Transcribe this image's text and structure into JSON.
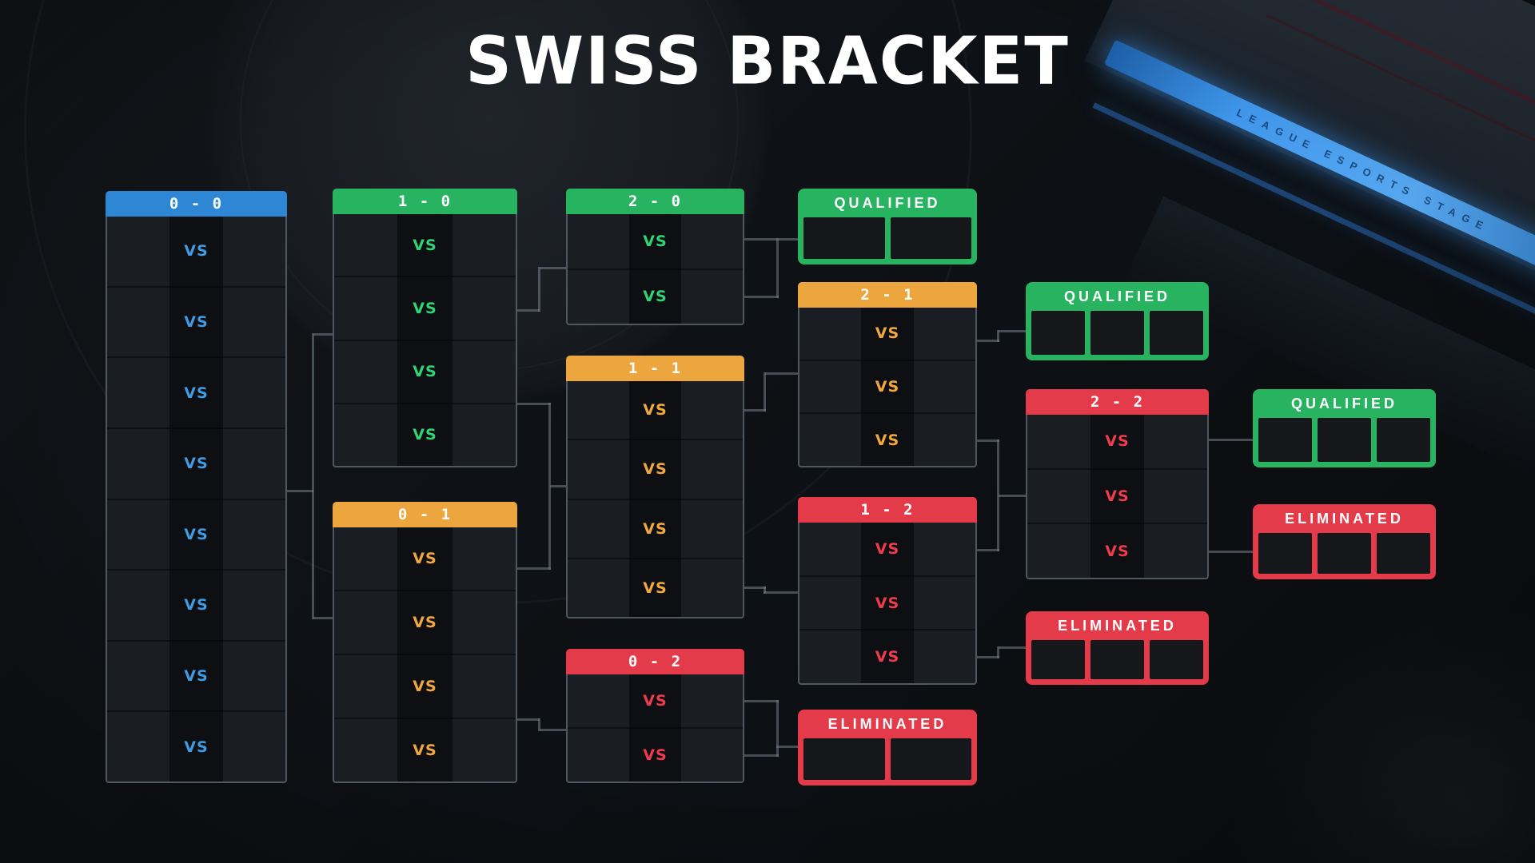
{
  "title": "SWISS BRACKET",
  "vs_label": "VS",
  "background": {
    "watermark": "LEAGUE ESPORTS STAGE"
  },
  "colors": {
    "blue": "#2e87d4",
    "green": "#27b35f",
    "orange": "#eda63e",
    "red": "#e43b4a",
    "vs_blue": "#3e9be4",
    "vs_green": "#2fd475",
    "vs_orange": "#f3a83c",
    "vs_red": "#f13b4c"
  },
  "rounds": [
    {
      "record": "0 - 0",
      "color": "blue",
      "matches": 8
    },
    {
      "record": "1 - 0",
      "color": "green",
      "matches": 4
    },
    {
      "record": "0 - 1",
      "color": "orange",
      "matches": 4
    },
    {
      "record": "2 - 0",
      "color": "green",
      "matches": 2
    },
    {
      "record": "1 - 1",
      "color": "orange",
      "matches": 4
    },
    {
      "record": "0 - 2",
      "color": "red",
      "matches": 2
    },
    {
      "record": "2 - 1",
      "color": "orange",
      "matches": 3
    },
    {
      "record": "1 - 2",
      "color": "red",
      "matches": 3
    },
    {
      "record": "2 - 2",
      "color": "red",
      "matches": 3
    }
  ],
  "outcomes": [
    {
      "label": "QUALIFIED",
      "color": "green",
      "slots": 2
    },
    {
      "label": "ELIMINATED",
      "color": "red",
      "slots": 2
    },
    {
      "label": "QUALIFIED",
      "color": "green",
      "slots": 3
    },
    {
      "label": "ELIMINATED",
      "color": "red",
      "slots": 3
    },
    {
      "label": "QUALIFIED",
      "color": "green",
      "slots": 3
    },
    {
      "label": "ELIMINATED",
      "color": "red",
      "slots": 3
    }
  ]
}
